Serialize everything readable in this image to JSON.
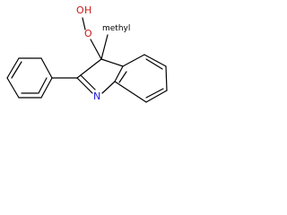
{
  "molecule": {
    "atoms": {
      "hydroxyl_O": "O",
      "hydroxyl_H": "H",
      "peroxide_O": "O",
      "methyl": "methyl",
      "ring_N": "N"
    },
    "colors": {
      "oxygen": "#d01818",
      "nitrogen": "#1a1ae0",
      "bond": "#000000"
    }
  }
}
